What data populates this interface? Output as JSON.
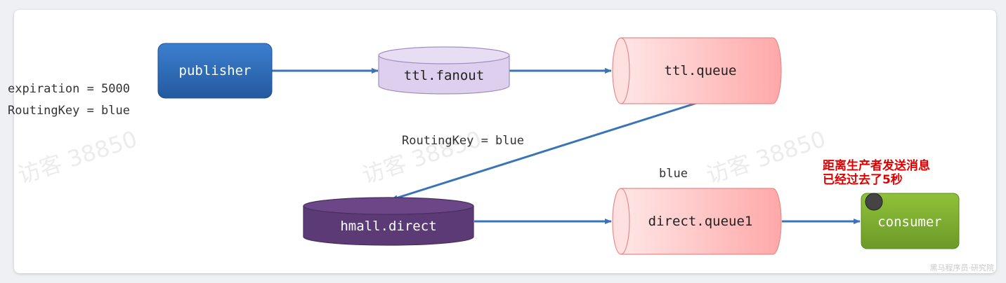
{
  "nodes": {
    "publisher": "publisher",
    "ttl_fanout": "ttl.fanout",
    "ttl_queue": "ttl.queue",
    "hmall_direct": "hmall.direct",
    "direct_queue1": "direct.queue1",
    "consumer": "consumer"
  },
  "labels": {
    "expiration": "expiration = 5000",
    "routing_key_left": "RoutingKey = blue",
    "routing_key_mid": "RoutingKey = blue",
    "blue": "blue",
    "note_line1": "距离生产者发送消息",
    "note_line2": "已经过去了5秒"
  },
  "watermark": "访客 38850",
  "footer": "黑马程序员·研究院",
  "colors": {
    "publisher": "#2f6db8",
    "fanout_fill": "#ddd0ee",
    "queue_fill": "#ffc9c9",
    "direct_fill": "#5b3a75",
    "consumer": "#7fae32",
    "arrow": "#3a74b8",
    "note": "#e00000"
  }
}
